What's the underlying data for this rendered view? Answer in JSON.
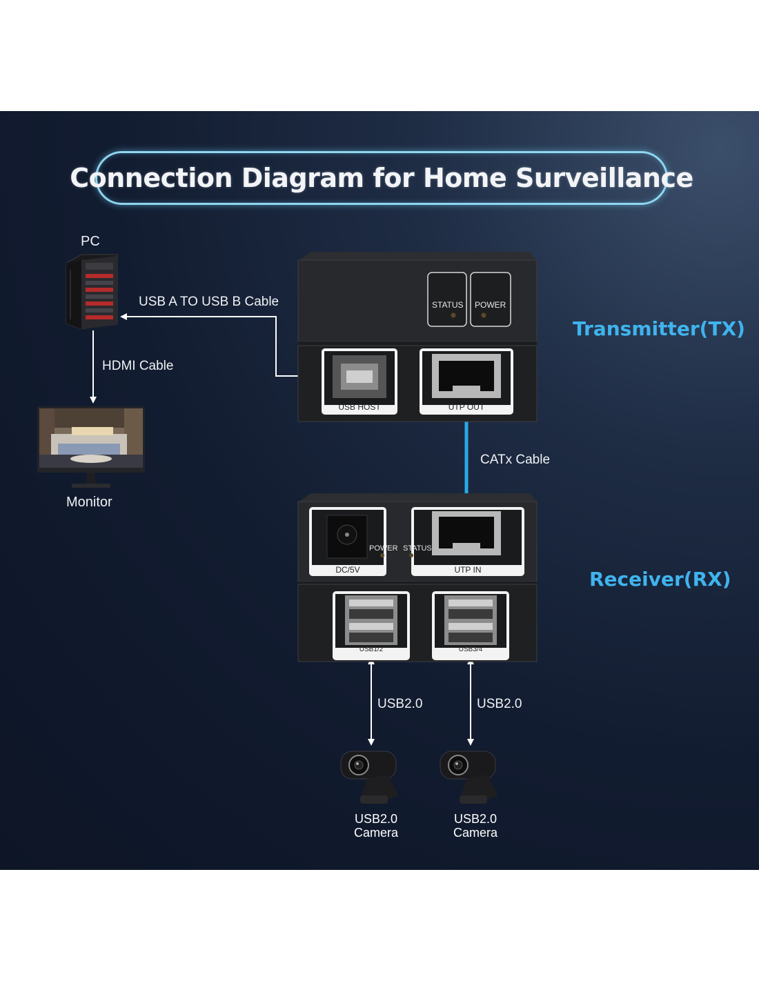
{
  "title": "Connection Diagram for Home Surveillance",
  "devices": {
    "pc": "PC",
    "monitor": "Monitor",
    "transmitter": "Transmitter(TX)",
    "receiver": "Receiver(RX)",
    "camera_1": [
      "USB2.0",
      "Camera"
    ],
    "camera_2": [
      "USB2.0",
      "Camera"
    ]
  },
  "cables": {
    "usb_ab": "USB A TO USB B Cable",
    "hdmi": "HDMI Cable",
    "catx": "CATx Cable",
    "usb_1": "USB2.0",
    "usb_2": "USB2.0"
  },
  "tx_panel": {
    "led_status": "STATUS",
    "led_power": "POWER",
    "port_usb_host": "USB HOST",
    "port_utp_out": "UTP OUT"
  },
  "rx_panel": {
    "port_dc": "DC/5V",
    "led_power": "POWER",
    "led_status": "STATUS",
    "port_utp_in": "UTP IN",
    "port_usb12": "USB1/2",
    "port_usb34": "USB3/4"
  },
  "colors": {
    "accent_blue": "#3fb4ee",
    "catx_line": "#29a9e8",
    "background_dark": "#121c30"
  }
}
